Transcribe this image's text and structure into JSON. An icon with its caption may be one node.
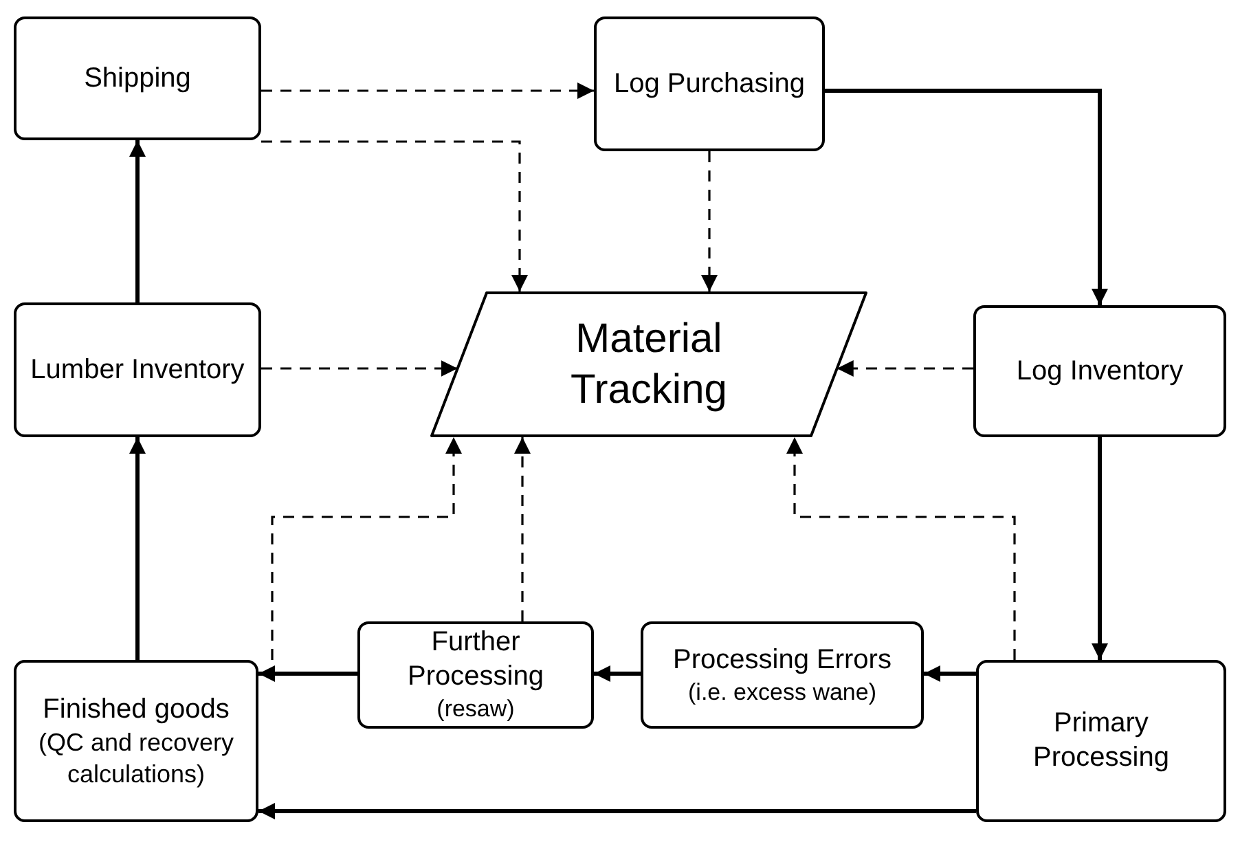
{
  "diagram": {
    "nodes": [
      {
        "text": [
          "Shipping"
        ]
      },
      {
        "text": [
          "Log Purchasing"
        ]
      },
      {
        "text": [
          "Material Tracking"
        ]
      },
      {
        "text": [
          "Lumber Inventory"
        ]
      },
      {
        "text": [
          "Log Inventory"
        ]
      },
      {
        "text": [
          "Further Processing",
          "(resaw)"
        ]
      },
      {
        "text": [
          "Processing Errors",
          "(i.e. excess wane)"
        ]
      },
      {
        "text": [
          "Finished goods",
          "(QC and recovery calculations)"
        ]
      },
      {
        "text": [
          "Primary Processing"
        ]
      }
    ],
    "edges": [
      {
        "from": 0,
        "to": 1,
        "arrow": "to",
        "style": "dashed"
      },
      {
        "from": 0,
        "to": 2,
        "arrow": "to",
        "style": "dashed"
      },
      {
        "from": 1,
        "to": 2,
        "arrow": "to",
        "style": "dashed"
      },
      {
        "from": 1,
        "to": 4,
        "arrow": "to"
      },
      {
        "from": 3,
        "to": 2,
        "arrow": "to",
        "style": "dashed"
      },
      {
        "from": 4,
        "to": 2,
        "arrow": "to",
        "style": "dashed"
      },
      {
        "from": 4,
        "to": 8,
        "arrow": "to"
      },
      {
        "from": 8,
        "to": 6,
        "arrow": "to"
      },
      {
        "from": 6,
        "to": 5,
        "arrow": "to"
      },
      {
        "from": 5,
        "to": 7,
        "arrow": "to"
      },
      {
        "from": 8,
        "to": 7,
        "arrow": "to"
      },
      {
        "from": 7,
        "to": 3,
        "arrow": "to"
      },
      {
        "from": 3,
        "to": 0,
        "arrow": "to"
      },
      {
        "from": 7,
        "to": 2,
        "arrow": "to",
        "style": "dashed"
      },
      {
        "from": 5,
        "to": 2,
        "arrow": "to",
        "style": "dashed"
      },
      {
        "from": 8,
        "to": 2,
        "arrow": "to",
        "style": "dashed"
      }
    ]
  }
}
